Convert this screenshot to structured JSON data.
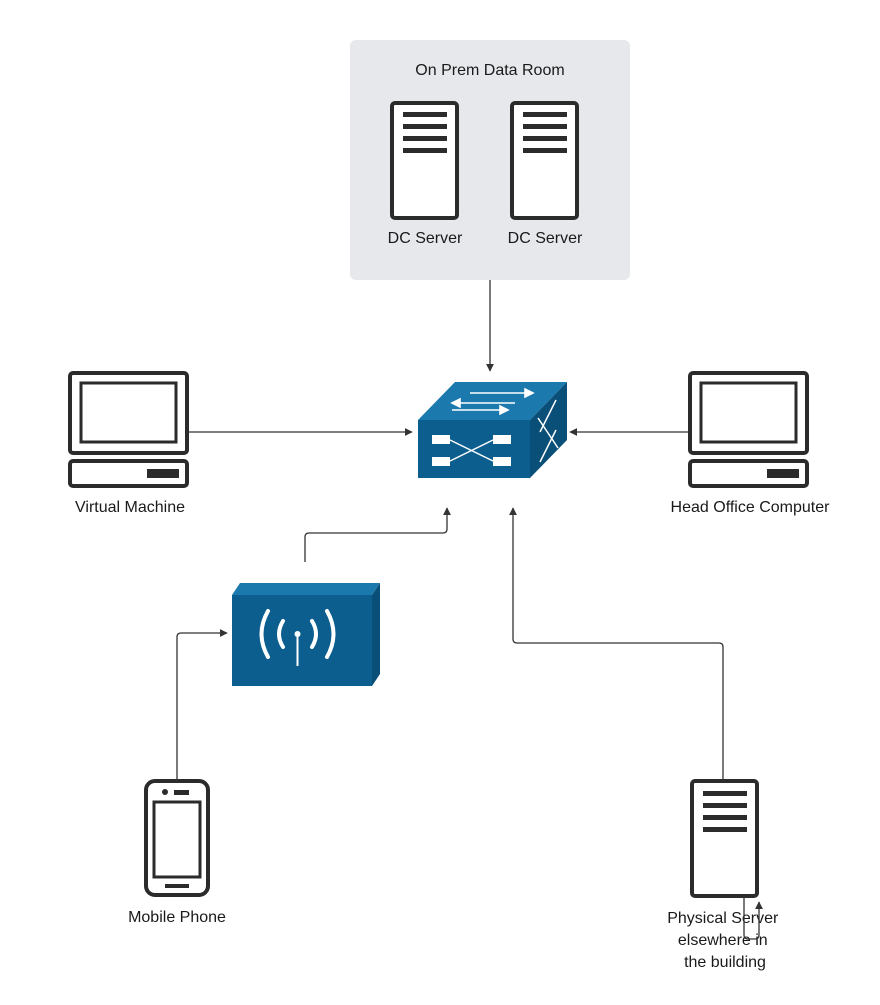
{
  "data_room": {
    "title": "On Prem Data Room"
  },
  "servers": [
    {
      "label": "DC Server"
    },
    {
      "label": "DC Server"
    }
  ],
  "nodes": {
    "virtual_machine": "Virtual Machine",
    "head_office": "Head Office Computer",
    "mobile_phone": "Mobile Phone",
    "physical_server": [
      "Physical Server",
      "elsewhere in",
      "the building"
    ]
  },
  "colors": {
    "device_blue": "#0b5e8e",
    "device_blue_top": "#1c79ad",
    "device_blue_side": "#0a4f78",
    "room_bg": "#e7e8ec",
    "line": "#333333"
  },
  "icons": [
    "server-icon",
    "switch-icon",
    "wireless-access-point-icon",
    "computer-icon",
    "mobile-phone-icon"
  ]
}
